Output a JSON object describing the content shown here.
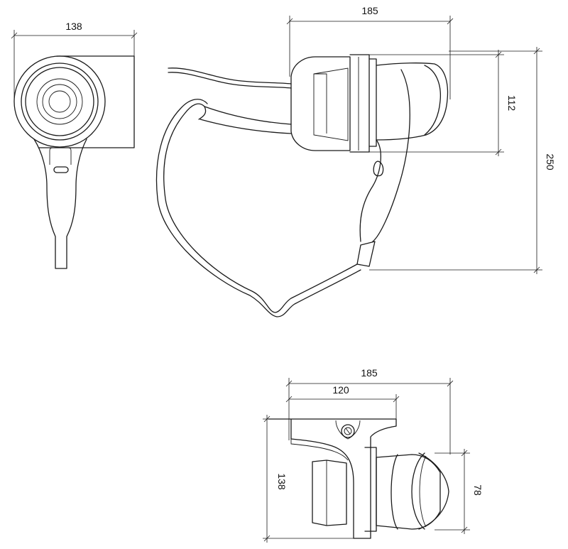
{
  "dimensions": {
    "front_width": "138",
    "side_width": "185",
    "side_nozzle_height": "112",
    "side_total_height": "250",
    "top_total_width": "185",
    "top_bracket_width": "120",
    "top_depth": "138",
    "top_nozzle_height": "78"
  },
  "colors": {
    "line": "#1a1a1a",
    "background": "#ffffff"
  }
}
